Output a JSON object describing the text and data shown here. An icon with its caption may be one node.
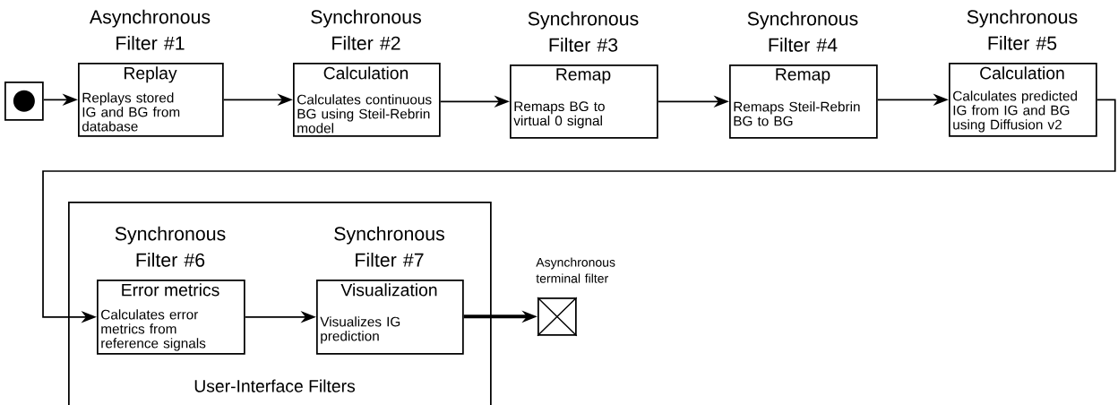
{
  "diagram": {
    "nodes": [
      {
        "text": [],
        "shape": "box"
      },
      {
        "text": [
          "Asynchronous Filter #1",
          "Replay",
          "Replays stored IG and BG from database"
        ]
      },
      {
        "text": [
          "Synchronous Filter #2",
          "Calculation",
          "Calculates continuous BG using Steil-Rebrin model"
        ]
      },
      {
        "text": [
          "Synchronous Filter #3",
          "Remap",
          "Remaps BG to virtual 0 signal"
        ]
      },
      {
        "text": [
          "Synchronous Filter #4",
          "Remap",
          "Remaps Steil-Rebrin BG to BG"
        ]
      },
      {
        "text": [
          "Synchronous Filter #5",
          "Calculation",
          "Calculates predicted IG from IG and BG using Diffusion v2"
        ]
      },
      {
        "text": [
          "User-Interface Filters"
        ]
      },
      {
        "text": [
          "Synchronous Filter #6",
          "Error metrics",
          "Calculates error metrics from reference signals"
        ],
        "in": 6
      },
      {
        "text": [
          "Synchronous Filter #7",
          "Visualization",
          "Visualizes IG prediction"
        ],
        "in": 6
      },
      {
        "text": [
          "Asynchronous terminal filter"
        ]
      }
    ],
    "edges": [
      {
        "from": 0,
        "to": 1,
        "arrow": "to"
      },
      {
        "from": 1,
        "to": 2,
        "arrow": "to"
      },
      {
        "from": 2,
        "to": 3,
        "arrow": "to"
      },
      {
        "from": 3,
        "to": 4,
        "arrow": "to"
      },
      {
        "from": 4,
        "to": 5,
        "arrow": "to"
      },
      {
        "from": 5,
        "to": 7,
        "arrow": "to"
      },
      {
        "from": 7,
        "to": 8,
        "arrow": "to"
      },
      {
        "from": 8,
        "to": 9,
        "arrow": "to",
        "style": "thick"
      }
    ]
  }
}
